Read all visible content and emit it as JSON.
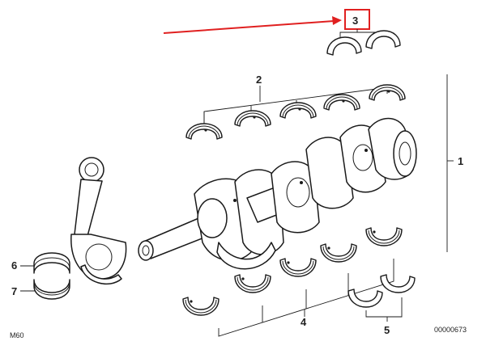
{
  "labels": {
    "part_1": "1",
    "part_2": "2",
    "part_3": "3",
    "part_4": "4",
    "part_5": "5",
    "part_6": "6",
    "part_7": "7"
  },
  "footer": {
    "model": "M60",
    "diagram_number": "00000673"
  },
  "colors": {
    "highlight": "#e02020",
    "ink": "#1a1a1a"
  }
}
